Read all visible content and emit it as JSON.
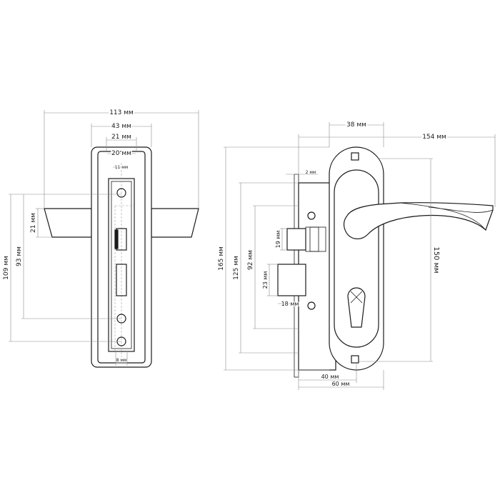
{
  "dimensions": {
    "w113": "113 мм",
    "w43": "43 мм",
    "w21": "21 мм",
    "w20": "20 мм",
    "w11": "11 мм",
    "w8": "8 мм",
    "h21": "21 мм",
    "h93": "93 мм",
    "h109": "109 мм",
    "w38": "38 мм",
    "w154": "154 мм",
    "w2": "2 мм",
    "h165": "165 мм",
    "h125": "125 мм",
    "h92": "92 мм",
    "h19": "19 мм",
    "h23": "23 мм",
    "w18": "18 мм",
    "h150": "150 мм",
    "w40": "40 мм",
    "w60": "60 мм"
  }
}
